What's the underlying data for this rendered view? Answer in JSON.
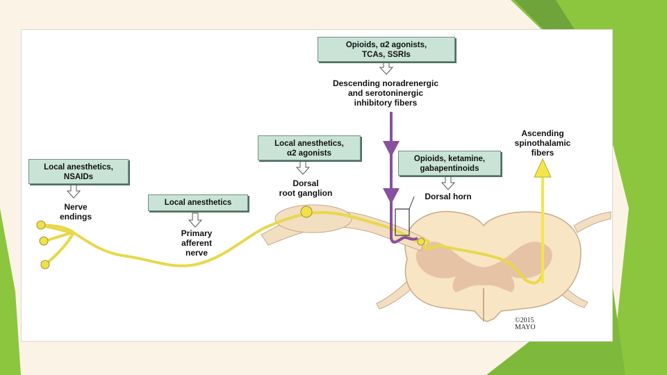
{
  "boxes": {
    "top": "Opioids, α2 agonists,\nTCAs, SSRIs",
    "nerve_endings": "Local anesthetics,\nNSAIDs",
    "afferent": "Local anesthetics",
    "ganglion": "Local anesthetics,\nα2 agonists",
    "dorsal_horn": "Opioids, ketamine,\ngabapentinoids"
  },
  "labels": {
    "descending": "Descending noradrenergic\nand serotoninergic\ninhibitory fibers",
    "ascending": "Ascending\nspinothalamic\nfibers",
    "nerve_endings": "Nerve\nendings",
    "afferent": "Primary\nafferent\nnerve",
    "ganglion": "Dorsal\nroot ganglion",
    "dorsal_horn": "Dorsal horn"
  },
  "credit": "©2015\nMAYO",
  "colors": {
    "box_fill": "#c9e3d6",
    "nerve": "#f0e14a",
    "descending_fiber": "#8a4f9e",
    "ascending_arrow": "#f3e64a",
    "cord_tissue": "#f7e5c4",
    "gray_matter": "#e7c3a6",
    "slide_green": "#8cc63f"
  }
}
